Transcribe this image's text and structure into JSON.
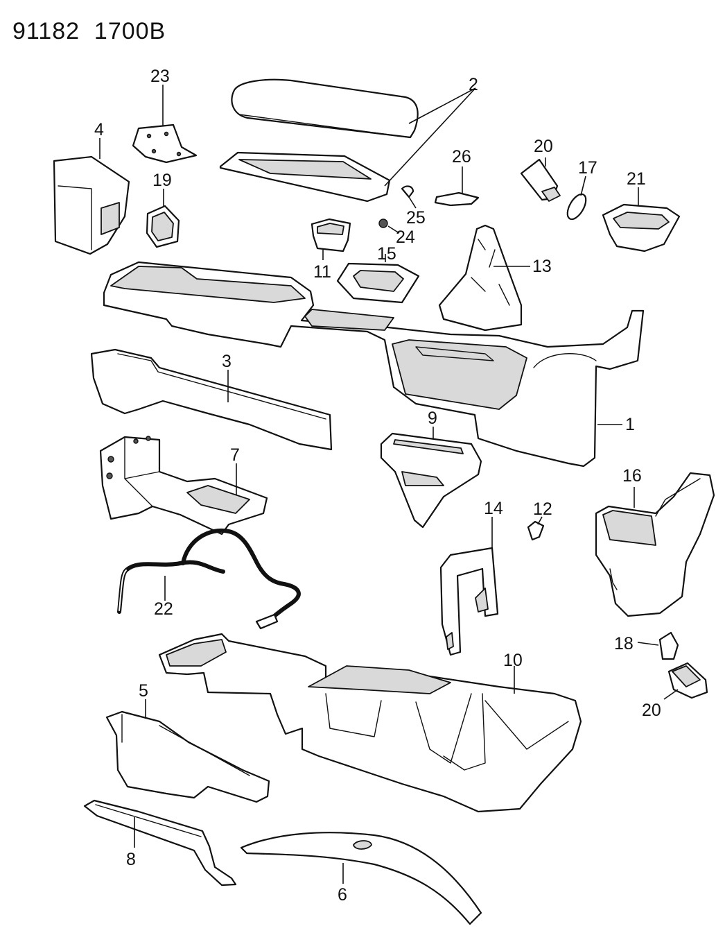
{
  "header": {
    "code": "91182  1700B"
  },
  "callouts": {
    "c1": "1",
    "c2": "2",
    "c3": "3",
    "c4": "4",
    "c5": "5",
    "c6": "6",
    "c7": "7",
    "c8": "8",
    "c9": "9",
    "c10": "10",
    "c11": "11",
    "c12": "12",
    "c13": "13",
    "c14": "14",
    "c15": "15",
    "c16": "16",
    "c17": "17",
    "c18": "18",
    "c19": "19",
    "c20a": "20",
    "c20b": "20",
    "c21": "21",
    "c22": "22",
    "c23": "23",
    "c24": "24",
    "c25": "25",
    "c26": "26"
  }
}
